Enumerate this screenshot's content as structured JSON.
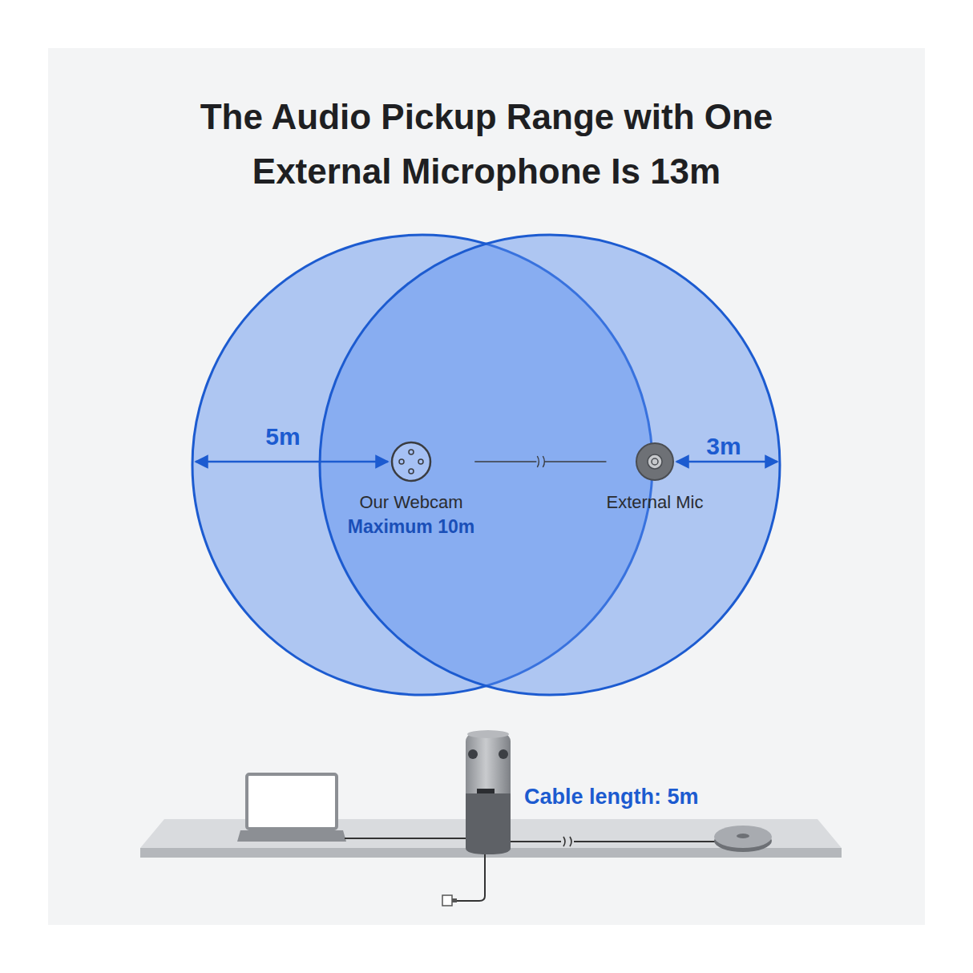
{
  "diagram": {
    "title": "The Audio Pickup Range with One External Microphone Is 13m",
    "nodes": [
      {
        "text": [
          "Our Webcam",
          "Maximum 10m"
        ]
      },
      {
        "text": [
          "External Mic"
        ]
      }
    ],
    "edges": [
      {
        "from": 0,
        "to": 1,
        "arrow": "none"
      }
    ],
    "labels": [
      "5m",
      "3m",
      "Cable length: 5m"
    ]
  }
}
